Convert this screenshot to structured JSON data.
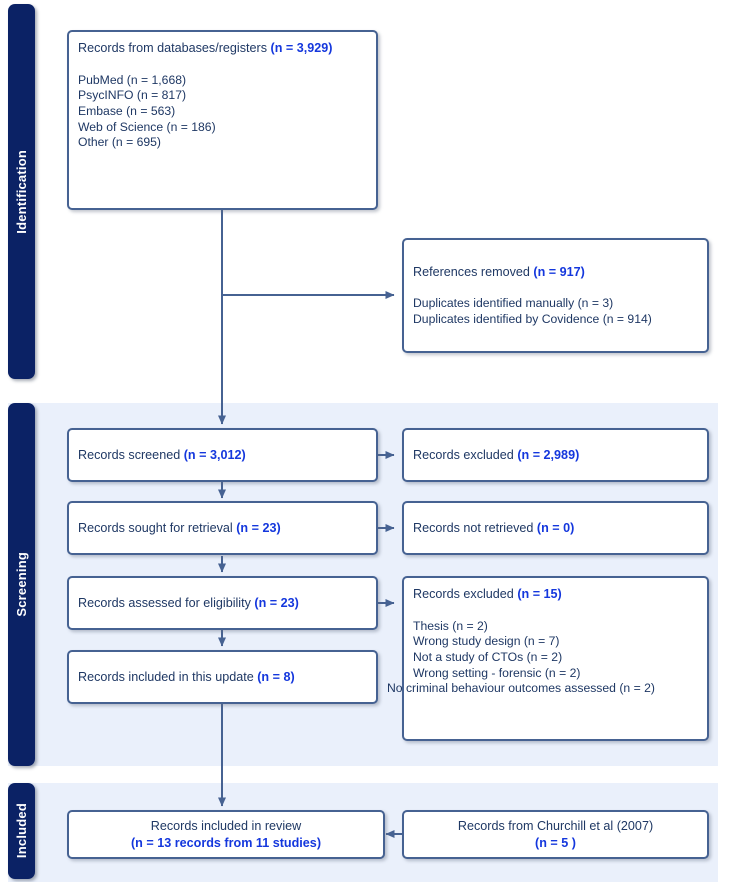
{
  "figure": {
    "type": "prisma-flow-diagram",
    "colors": {
      "band_background": "#eaf0fb",
      "stage_tab": "#0b2265",
      "stage_tab_text": "#ffffff",
      "box_border": "#466292",
      "box_fill": "#ffffff",
      "text": "#1f3864",
      "count_text": "#1437dd",
      "connector": "#466292"
    }
  },
  "stages": [
    {
      "id": "identification",
      "label": "Identification"
    },
    {
      "id": "screening",
      "label": "Screening"
    },
    {
      "id": "included",
      "label": "Included"
    }
  ],
  "boxes": {
    "databases": {
      "heading": "Records from databases/registers ",
      "count": "(n = 3,929)",
      "items": [
        "PubMed (n = 1,668)",
        "PsycINFO (n = 817)",
        "Embase (n = 563)",
        "Web of Science (n = 186)",
        "Other (n = 695)"
      ]
    },
    "references_removed": {
      "heading": "References removed ",
      "count": "(n = 917)",
      "items": [
        "Duplicates identified manually (n = 3)",
        "Duplicates identified by Covidence (n = 914)"
      ]
    },
    "records_screened": {
      "heading": "Records screened ",
      "count": "(n = 3,012)"
    },
    "records_excluded_screen": {
      "heading": "Records excluded ",
      "count": "(n = 2,989)"
    },
    "sought_retrieval": {
      "heading": "Records sought for retrieval ",
      "count": "(n = 23)"
    },
    "not_retrieved": {
      "heading": "Records not retrieved ",
      "count": "(n = 0)"
    },
    "assessed_eligibility": {
      "heading": "Records assessed for eligibility ",
      "count": "(n = 23)"
    },
    "records_excluded_eligibility": {
      "heading": "Records excluded ",
      "count": "(n = 15)",
      "items": [
        "Thesis (n = 2)",
        "Wrong study design (n = 7)",
        "Not a study of CTOs (n = 2)",
        "Wrong setting - forensic (n = 2)",
        "No criminal behaviour outcomes assessed (n = 2)"
      ]
    },
    "included_update": {
      "heading": "Records included in this update ",
      "count": "(n = 8)"
    },
    "included_review": {
      "line1": "Records included in review",
      "line2": "(n = 13 records from 11 studies)"
    },
    "churchill": {
      "line1": "Records from Churchill et al (2007)",
      "line2": "(n = 5 )"
    }
  }
}
